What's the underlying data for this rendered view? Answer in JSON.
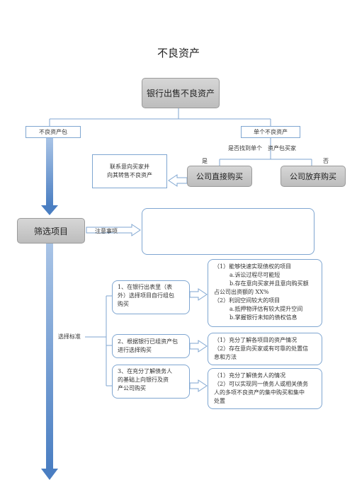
{
  "title": "不良资产",
  "root_box": "银行出售不良资产",
  "left_branch": "不良资产包",
  "right_branch": "单个不良资产",
  "question": "是否找到单个　资产包买家",
  "yes": "是",
  "no": "否",
  "contact_box": [
    "联系意向买家并",
    "向其转售不良资产"
  ],
  "direct_buy": "公司直接购买",
  "abandon_buy": "公司放弃购买",
  "screen_box": "筛选项目",
  "notes_label": "注意事项",
  "criteria_label": "选择标准",
  "criteria": [
    {
      "text": [
        "1、在银行出表里（表",
        "外）选择项目自行组包",
        "购买"
      ]
    },
    {
      "text": [
        "2、根据银行已组资产包",
        "进行选择购买"
      ]
    },
    {
      "text": [
        "3、在充分了解债务人",
        "的基础上向银行及资",
        "产公司购买"
      ]
    }
  ],
  "details": [
    {
      "lines": [
        "（1）能够快速实现债权的项目",
        "a.诉讼过程尽可能短",
        "b.存在意向买家并且意向购买额",
        "占公司出资额的 XX%",
        "（2）利润空间较大的项目",
        "a.抵押物评估有较大提升空间",
        "b.掌握银行未知的债权信息"
      ]
    },
    {
      "lines": [
        "（1）充分了解各项目的资产情况",
        "（2）存在意向买家或有可靠的处置信",
        "息和方法"
      ]
    },
    {
      "lines": [
        "（1）充分了解债务人的情况",
        "（2）可以实现同一债务人或相关债务",
        "人的多项不良资产的集中购买和集中",
        "处置"
      ]
    }
  ],
  "colors": {
    "blue_arrow": "#4a7ec2",
    "connector": "#7fa6d1",
    "box_border": "#7fa6d1"
  }
}
